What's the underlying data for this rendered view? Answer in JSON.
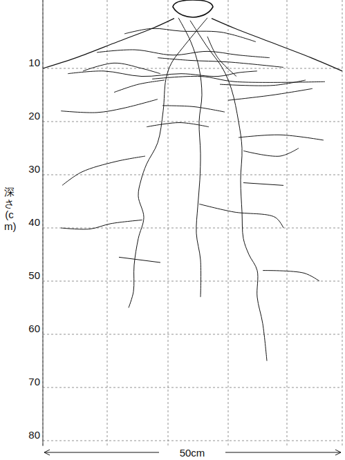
{
  "diagram": {
    "labels": [
      "10",
      "20",
      "30",
      "40",
      "50",
      "60",
      "70",
      "80",
      "深さ(cm)",
      "50cm"
    ]
  }
}
